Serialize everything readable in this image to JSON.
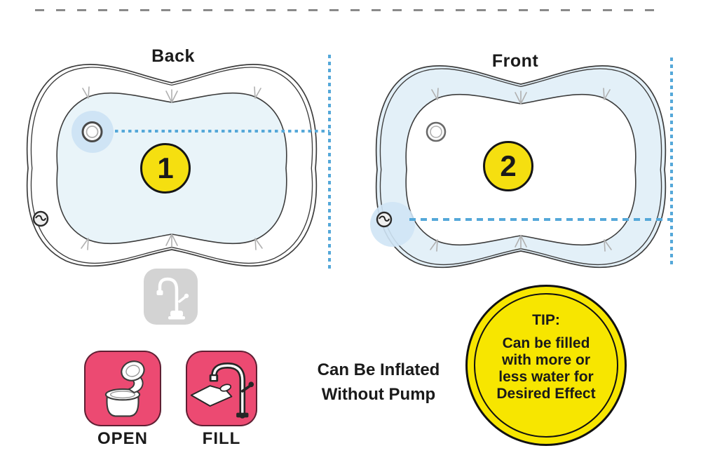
{
  "diagram": {
    "back": {
      "label": "Back",
      "number": "1"
    },
    "front": {
      "label": "Front",
      "number": "2"
    }
  },
  "steps": {
    "open": {
      "label": "OPEN",
      "icon": "open-valve-icon"
    },
    "fill": {
      "label": "FILL",
      "icon": "fill-from-faucet-icon"
    }
  },
  "note": {
    "line1": "Can Be Inflated",
    "line2": "Without Pump"
  },
  "tip": {
    "title": "TIP:",
    "lines": [
      "Can be filled",
      "with more or",
      "less water for",
      "Desired Effect"
    ]
  },
  "icons": {
    "faucet": "faucet-icon",
    "air_valve": "air-valve-icon",
    "water_valve": "water-valve-icon"
  },
  "colors": {
    "guide_blue": "#55a8d9",
    "guide_gray": "#8a8a8a",
    "mat_outline": "#3d3d3d",
    "mat_fill_blue": "#e9f4f9",
    "ring_fill_blue": "#e3f0f8",
    "valve_halo_blue": "#cfe4f5",
    "badge_yellow": "#f5df10",
    "tip_yellow": "#f7e600",
    "step_pink": "#ec4a72",
    "icon_box_gray": "#d3d3d3"
  }
}
